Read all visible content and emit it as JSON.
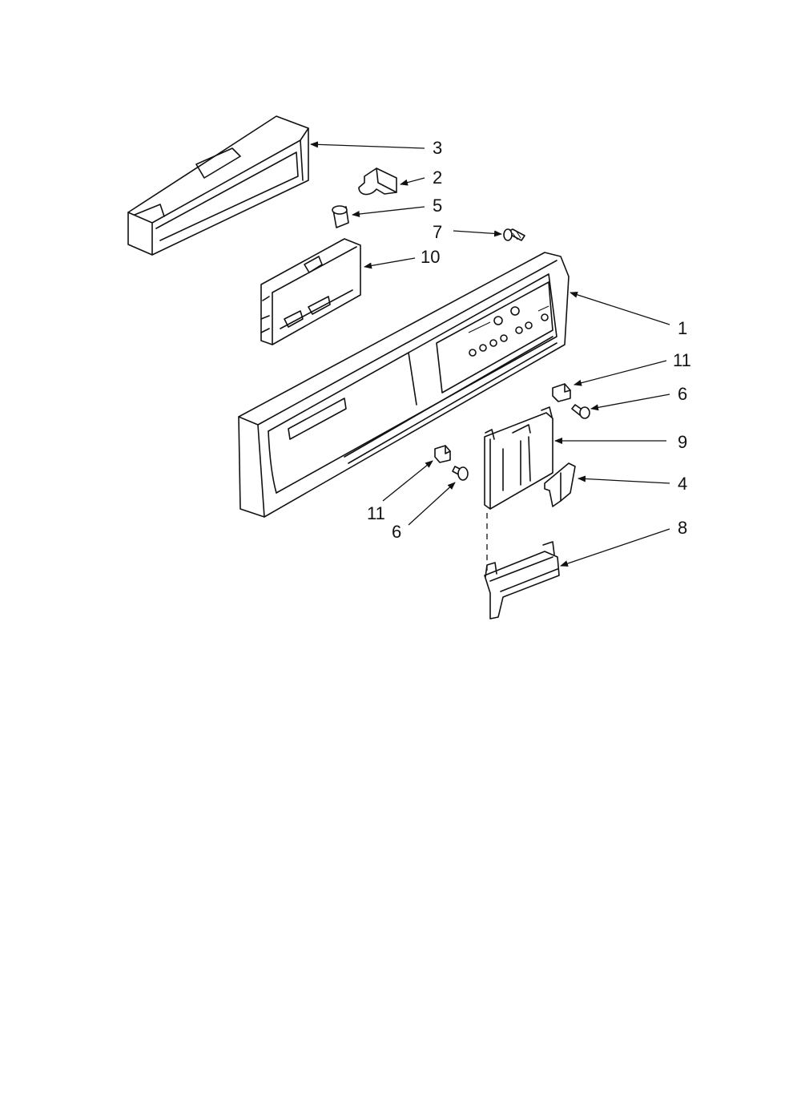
{
  "callouts": {
    "c1": "1",
    "c2": "2",
    "c3": "3",
    "c4": "4",
    "c5": "5",
    "c6a": "6",
    "c6b": "6",
    "c7": "7",
    "c8": "8",
    "c9": "9",
    "c10": "10",
    "c11a": "11",
    "c11b": "11"
  }
}
